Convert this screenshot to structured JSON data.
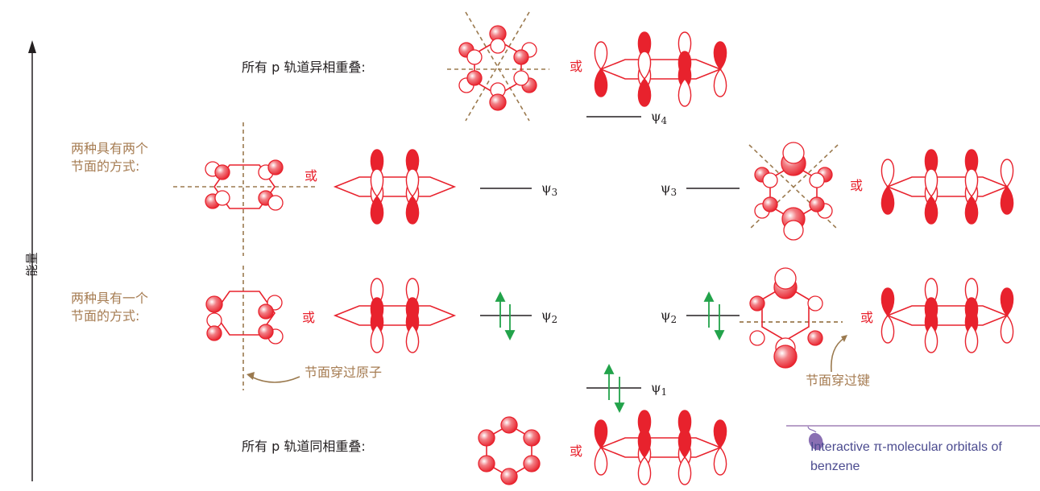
{
  "labels": {
    "energy": "能量",
    "all_out_of_phase": "所有 p 轨道异相重叠:",
    "two_nodes": [
      "两种具有两个",
      "节面的方式:"
    ],
    "one_node": [
      "两种具有一个",
      "节面的方式:"
    ],
    "all_in_phase": "所有 p 轨道同相重叠:",
    "or": "或",
    "node_through_atoms": "节面穿过原子",
    "node_through_bonds": "节面穿过键"
  },
  "levels": {
    "psi": "ψ",
    "psi1": "1",
    "psi2": "2",
    "psi3": "3",
    "psi4": "4"
  },
  "interactive": {
    "text": "Interactive π-molecular orbitals of benzene",
    "icon": "mouse-icon"
  },
  "colors": {
    "red": "#e8222d",
    "tan": "#a67c52",
    "green": "#22a34a",
    "dashed": "#9b7a4f",
    "line": "#231f20"
  }
}
